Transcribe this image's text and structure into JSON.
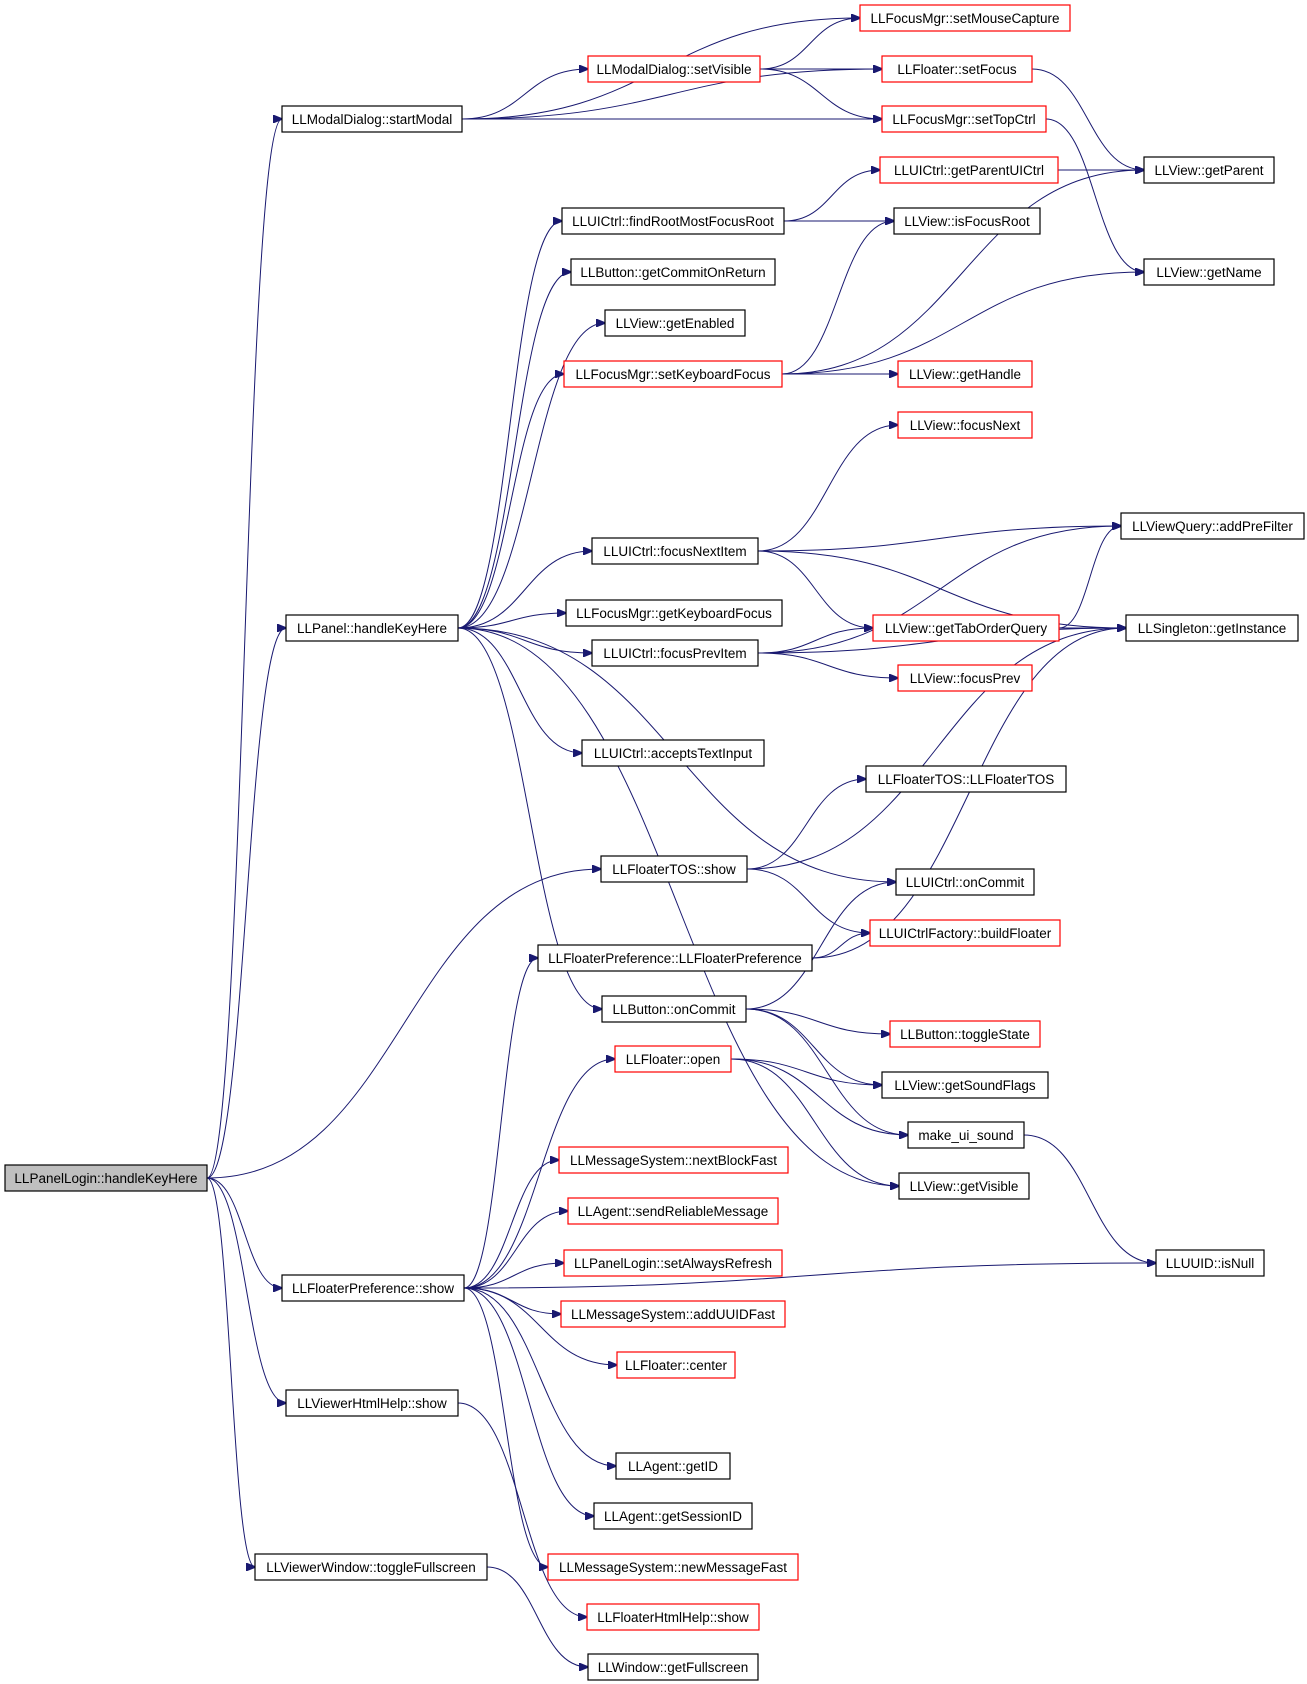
{
  "diagram": {
    "kind": "call-graph",
    "colors": {
      "edge": "#191970",
      "root_fill": "#bfbfbf",
      "border_documented": "#000000",
      "border_truncated": "#ff0000",
      "background": "#ffffff"
    },
    "nodes": [
      {
        "id": "n0",
        "label": "LLPanelLogin::handleKeyHere",
        "style": "root"
      },
      {
        "id": "n1",
        "label": "LLModalDialog::startModal",
        "style": "black"
      },
      {
        "id": "n2",
        "label": "LLFocusMgr::setMouseCapture",
        "style": "red"
      },
      {
        "id": "n3",
        "label": "LLModalDialog::setVisible",
        "style": "red"
      },
      {
        "id": "n4",
        "label": "LLFloater::setFocus",
        "style": "red"
      },
      {
        "id": "n5",
        "label": "LLFocusMgr::setTopCtrl",
        "style": "red"
      },
      {
        "id": "n6",
        "label": "LLUICtrl::getParentUICtrl",
        "style": "red"
      },
      {
        "id": "n7",
        "label": "LLView::getParent",
        "style": "black"
      },
      {
        "id": "n8",
        "label": "LLUICtrl::findRootMostFocusRoot",
        "style": "black"
      },
      {
        "id": "n9",
        "label": "LLView::isFocusRoot",
        "style": "black"
      },
      {
        "id": "n10",
        "label": "LLButton::getCommitOnReturn",
        "style": "black"
      },
      {
        "id": "n11",
        "label": "LLView::getName",
        "style": "black"
      },
      {
        "id": "n12",
        "label": "LLView::getEnabled",
        "style": "black"
      },
      {
        "id": "n13",
        "label": "LLFocusMgr::setKeyboardFocus",
        "style": "red"
      },
      {
        "id": "n14",
        "label": "LLView::getHandle",
        "style": "red"
      },
      {
        "id": "n15",
        "label": "LLView::focusNext",
        "style": "red"
      },
      {
        "id": "n16",
        "label": "LLViewQuery::addPreFilter",
        "style": "black"
      },
      {
        "id": "n17",
        "label": "LLUICtrl::focusNextItem",
        "style": "black"
      },
      {
        "id": "n18",
        "label": "LLFocusMgr::getKeyboardFocus",
        "style": "black"
      },
      {
        "id": "n19",
        "label": "LLPanel::handleKeyHere",
        "style": "black"
      },
      {
        "id": "n20",
        "label": "LLView::getTabOrderQuery",
        "style": "red"
      },
      {
        "id": "n21",
        "label": "LLSingleton::getInstance",
        "style": "black"
      },
      {
        "id": "n22",
        "label": "LLUICtrl::focusPrevItem",
        "style": "black"
      },
      {
        "id": "n23",
        "label": "LLView::focusPrev",
        "style": "red"
      },
      {
        "id": "n24",
        "label": "LLUICtrl::acceptsTextInput",
        "style": "black"
      },
      {
        "id": "n25",
        "label": "LLFloaterTOS::LLFloaterTOS",
        "style": "black"
      },
      {
        "id": "n26",
        "label": "LLFloaterTOS::show",
        "style": "black"
      },
      {
        "id": "n27",
        "label": "LLUICtrl::onCommit",
        "style": "black"
      },
      {
        "id": "n28",
        "label": "LLUICtrlFactory::buildFloater",
        "style": "red"
      },
      {
        "id": "n29",
        "label": "LLFloaterPreference::LLFloaterPreference",
        "style": "black"
      },
      {
        "id": "n30",
        "label": "LLButton::onCommit",
        "style": "black"
      },
      {
        "id": "n31",
        "label": "LLButton::toggleState",
        "style": "red"
      },
      {
        "id": "n32",
        "label": "LLFloater::open",
        "style": "red"
      },
      {
        "id": "n33",
        "label": "LLView::getSoundFlags",
        "style": "black"
      },
      {
        "id": "n34",
        "label": "make_ui_sound",
        "style": "black"
      },
      {
        "id": "n35",
        "label": "LLMessageSystem::nextBlockFast",
        "style": "red"
      },
      {
        "id": "n36",
        "label": "LLView::getVisible",
        "style": "black"
      },
      {
        "id": "n37",
        "label": "LLAgent::sendReliableMessage",
        "style": "red"
      },
      {
        "id": "n38",
        "label": "LLUUID::isNull",
        "style": "black"
      },
      {
        "id": "n39",
        "label": "LLPanelLogin::setAlwaysRefresh",
        "style": "red"
      },
      {
        "id": "n40",
        "label": "LLFloaterPreference::show",
        "style": "black"
      },
      {
        "id": "n41",
        "label": "LLMessageSystem::addUUIDFast",
        "style": "red"
      },
      {
        "id": "n42",
        "label": "LLFloater::center",
        "style": "red"
      },
      {
        "id": "n43",
        "label": "LLViewerHtmlHelp::show",
        "style": "black"
      },
      {
        "id": "n44",
        "label": "LLAgent::getID",
        "style": "black"
      },
      {
        "id": "n45",
        "label": "LLAgent::getSessionID",
        "style": "black"
      },
      {
        "id": "n46",
        "label": "LLMessageSystem::newMessageFast",
        "style": "red"
      },
      {
        "id": "n47",
        "label": "LLViewerWindow::toggleFullscreen",
        "style": "black"
      },
      {
        "id": "n48",
        "label": "LLFloaterHtmlHelp::show",
        "style": "red"
      },
      {
        "id": "n49",
        "label": "LLWindow::getFullscreen",
        "style": "black"
      }
    ],
    "edges": [
      [
        "n0",
        "n1"
      ],
      [
        "n0",
        "n19"
      ],
      [
        "n0",
        "n26"
      ],
      [
        "n0",
        "n40"
      ],
      [
        "n0",
        "n43"
      ],
      [
        "n0",
        "n47"
      ],
      [
        "n1",
        "n2"
      ],
      [
        "n1",
        "n3"
      ],
      [
        "n1",
        "n4"
      ],
      [
        "n1",
        "n5"
      ],
      [
        "n3",
        "n2"
      ],
      [
        "n3",
        "n4"
      ],
      [
        "n3",
        "n5"
      ],
      [
        "n4",
        "n7"
      ],
      [
        "n5",
        "n11"
      ],
      [
        "n6",
        "n7"
      ],
      [
        "n8",
        "n6"
      ],
      [
        "n8",
        "n9"
      ],
      [
        "n13",
        "n9"
      ],
      [
        "n13",
        "n7"
      ],
      [
        "n13",
        "n11"
      ],
      [
        "n13",
        "n14"
      ],
      [
        "n17",
        "n15"
      ],
      [
        "n17",
        "n16"
      ],
      [
        "n17",
        "n20"
      ],
      [
        "n17",
        "n21"
      ],
      [
        "n19",
        "n8"
      ],
      [
        "n19",
        "n10"
      ],
      [
        "n19",
        "n12"
      ],
      [
        "n19",
        "n13"
      ],
      [
        "n19",
        "n17"
      ],
      [
        "n19",
        "n18"
      ],
      [
        "n19",
        "n22"
      ],
      [
        "n19",
        "n24"
      ],
      [
        "n19",
        "n27"
      ],
      [
        "n19",
        "n30"
      ],
      [
        "n19",
        "n36"
      ],
      [
        "n20",
        "n16"
      ],
      [
        "n20",
        "n21"
      ],
      [
        "n22",
        "n16"
      ],
      [
        "n22",
        "n20"
      ],
      [
        "n22",
        "n23"
      ],
      [
        "n22",
        "n21"
      ],
      [
        "n26",
        "n25"
      ],
      [
        "n26",
        "n21"
      ],
      [
        "n26",
        "n28"
      ],
      [
        "n29",
        "n28"
      ],
      [
        "n29",
        "n21"
      ],
      [
        "n30",
        "n27"
      ],
      [
        "n30",
        "n31"
      ],
      [
        "n30",
        "n33"
      ],
      [
        "n30",
        "n34"
      ],
      [
        "n32",
        "n33"
      ],
      [
        "n32",
        "n34"
      ],
      [
        "n32",
        "n36"
      ],
      [
        "n34",
        "n38"
      ],
      [
        "n40",
        "n29"
      ],
      [
        "n40",
        "n32"
      ],
      [
        "n40",
        "n35"
      ],
      [
        "n40",
        "n37"
      ],
      [
        "n40",
        "n39"
      ],
      [
        "n40",
        "n41"
      ],
      [
        "n40",
        "n42"
      ],
      [
        "n40",
        "n38"
      ],
      [
        "n40",
        "n44"
      ],
      [
        "n40",
        "n45"
      ],
      [
        "n40",
        "n46"
      ],
      [
        "n43",
        "n48"
      ],
      [
        "n47",
        "n49"
      ]
    ]
  }
}
